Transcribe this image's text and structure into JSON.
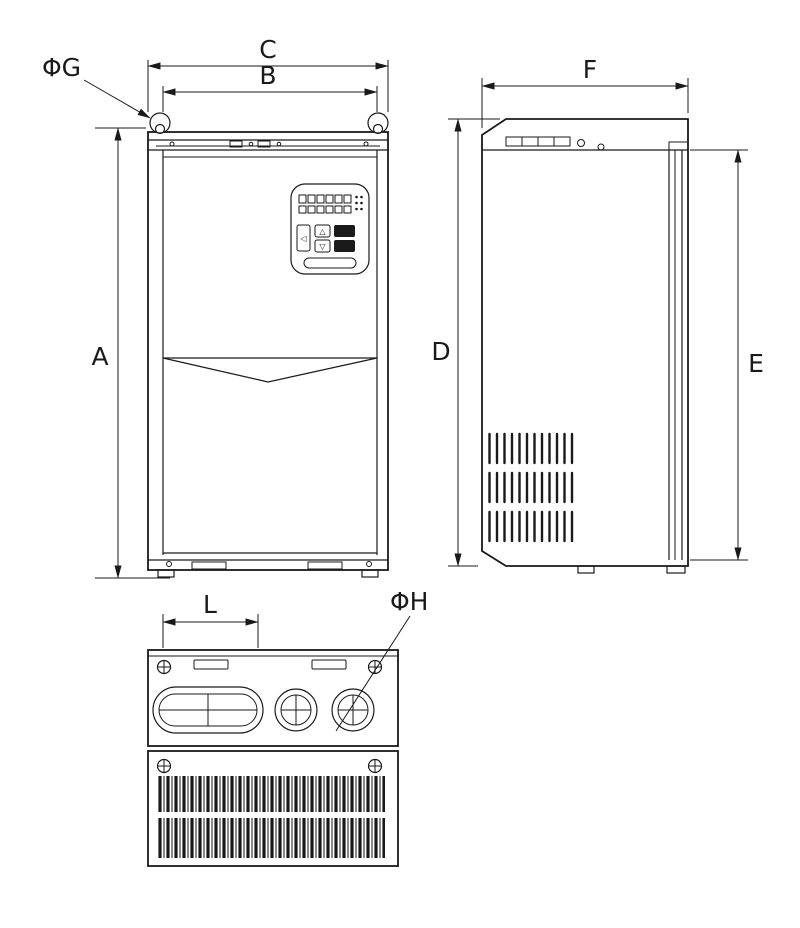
{
  "background": "#ffffff",
  "line_color": "#1a1a1a",
  "dimensions": {
    "C": "C",
    "B": "B",
    "A": "A",
    "G": "ΦG",
    "F": "F",
    "D": "D",
    "E": "E",
    "L": "L",
    "H": "ΦH"
  },
  "keypad": {
    "left_glyph": "◁",
    "up_glyph": "△",
    "down_glyph": "▽"
  }
}
